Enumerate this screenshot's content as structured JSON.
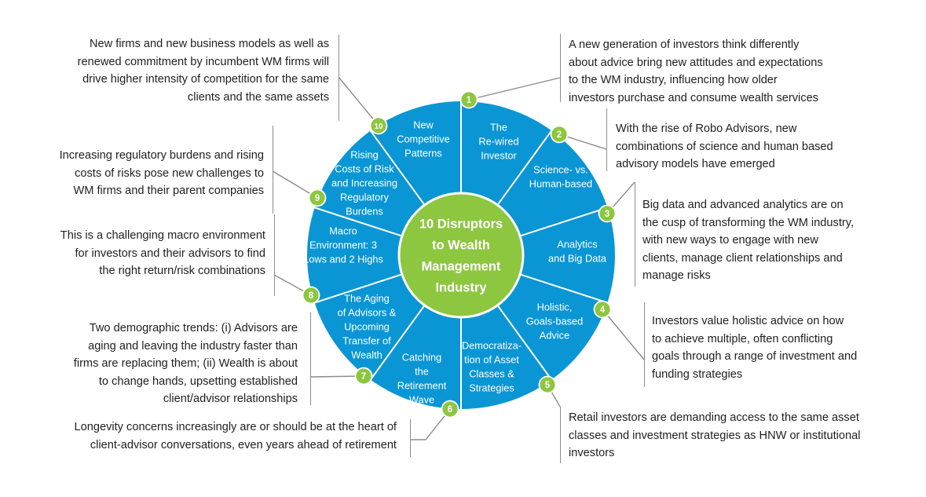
{
  "center": {
    "lines": [
      "10 Disruptors",
      "to Wealth",
      "Management",
      "Industry"
    ]
  },
  "segments": [
    {
      "number": "1",
      "lines": [
        "The",
        "Re-wired",
        "Investor"
      ]
    },
    {
      "number": "2",
      "lines": [
        "Science- vs.",
        "Human-based"
      ]
    },
    {
      "number": "3",
      "lines": [
        "Analytics",
        "and Big Data"
      ]
    },
    {
      "number": "4",
      "lines": [
        "Holistic,",
        "Goals-based",
        "Advice"
      ]
    },
    {
      "number": "5",
      "lines": [
        "Democratiza-",
        "tion of Asset",
        "Classes &",
        "Strategies"
      ]
    },
    {
      "number": "6",
      "lines": [
        "Catching",
        "the",
        "Retirement",
        "Wave"
      ]
    },
    {
      "number": "7",
      "lines": [
        "The Aging",
        "of Advisors &",
        "Upcoming",
        "Transfer of",
        "Wealth"
      ]
    },
    {
      "number": "8",
      "lines": [
        "Macro",
        "Environment: 3",
        "Lows and 2 Highs"
      ]
    },
    {
      "number": "9",
      "lines": [
        "Rising",
        "Costs of Risk",
        "and Increasing",
        "Regulatory",
        "Burdens"
      ]
    },
    {
      "number": "10",
      "lines": [
        "New",
        "Competitive",
        "Patterns"
      ]
    }
  ],
  "descriptions": {
    "d1": [
      "A new generation of investors think differently",
      "about advice bring new attitudes and expectations",
      "to the WM industry, influencing how older",
      "investors purchase and consume wealth services"
    ],
    "d2": [
      "With the rise of Robo Advisors, new",
      "combinations of science and human based",
      "advisory models have emerged"
    ],
    "d3": [
      "Big data and advanced analytics are on",
      "the cusp of transforming the WM industry,",
      "with new ways to engage with new",
      "clients, manage client relationships and",
      "manage risks"
    ],
    "d4": [
      "Investors value holistic advice on how",
      "to achieve multiple, often conflicting",
      "goals through a range of investment and",
      "funding strategies"
    ],
    "d5": [
      "Retail investors are demanding access to the same asset",
      "classes and investment strategies as HNW or institutional",
      "investors"
    ],
    "d6": [
      "Longevity concerns increasingly are or should be at the heart of",
      "client-advisor conversations, even years ahead of retirement"
    ],
    "d7": [
      "Two demographic trends: (i) Advisors are",
      "aging and leaving the industry faster than",
      "firms are replacing them; (ii) Wealth is about",
      "to change hands, upsetting established",
      "client/advisor relationships"
    ],
    "d8": [
      "This is a challenging macro environment",
      "for investors and their advisors to find",
      "the right return/risk combinations"
    ],
    "d9": [
      "Increasing regulatory burdens and rising",
      "costs of risks pose new challenges to",
      "WM firms and their parent companies"
    ],
    "d10": [
      "New firms and new business models as well as",
      "renewed commitment by incumbent WM firms will",
      "drive higher intensity of competition for the same",
      "clients and the same assets"
    ]
  },
  "colors": {
    "wheel": "#0a96d4",
    "center": "#8dc63f",
    "badge": "#8dc63f",
    "separator": "#ffffff",
    "connector": "#8c8c8c",
    "text": "#1f1f1f"
  }
}
